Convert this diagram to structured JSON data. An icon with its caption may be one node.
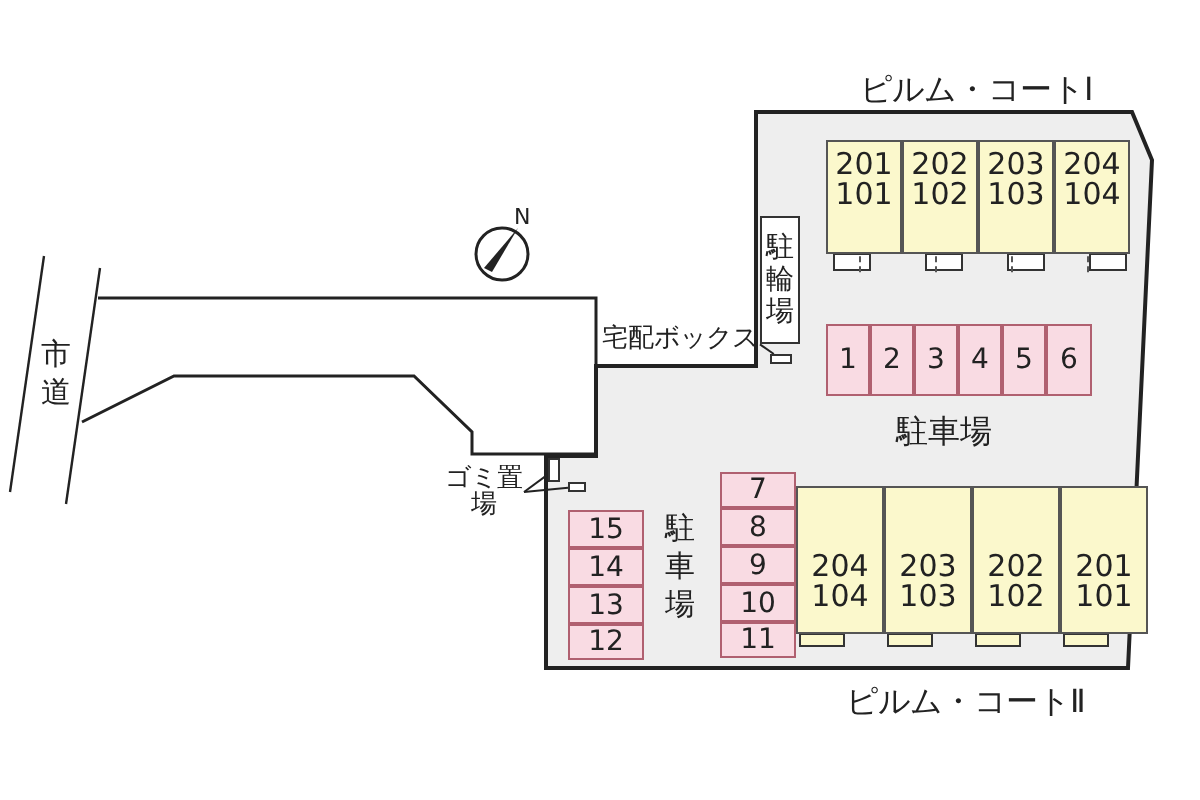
{
  "diagram": {
    "nodes": [
      {
        "text": [
          "201 101"
        ]
      },
      {
        "text": [
          "202 102"
        ]
      },
      {
        "text": [
          "203 103"
        ]
      },
      {
        "text": [
          "204 104"
        ]
      },
      {
        "text": [
          "駐輪場"
        ]
      },
      {
        "text": [
          "宅配ボックス"
        ]
      },
      {
        "text": [],
        "shape": "box"
      },
      {
        "text": [
          "1"
        ]
      },
      {
        "text": [
          "2"
        ]
      },
      {
        "text": [
          "3"
        ]
      },
      {
        "text": [
          "4"
        ]
      },
      {
        "text": [
          "5"
        ]
      },
      {
        "text": [
          "6"
        ]
      },
      {
        "text": [
          "ゴミ置場"
        ]
      },
      {
        "text": [],
        "shape": "box"
      },
      {
        "text": [],
        "shape": "box"
      },
      {
        "text": [
          "7"
        ]
      },
      {
        "text": [
          "8"
        ]
      },
      {
        "text": [
          "9"
        ]
      },
      {
        "text": [
          "10"
        ]
      },
      {
        "text": [
          "11"
        ]
      },
      {
        "text": [
          "15"
        ]
      },
      {
        "text": [
          "14"
        ]
      },
      {
        "text": [
          "13"
        ]
      },
      {
        "text": [
          "12"
        ]
      },
      {
        "text": [
          "204 104"
        ]
      },
      {
        "text": [
          "203 103"
        ]
      },
      {
        "text": [
          "202 102"
        ]
      },
      {
        "text": [
          "201 101"
        ]
      }
    ],
    "edges": [
      {
        "from": 5,
        "to": 6,
        "arrow": "none"
      },
      {
        "from": 13,
        "to": 14,
        "arrow": "none"
      },
      {
        "from": 13,
        "to": 15,
        "arrow": "none"
      }
    ],
    "labels": [
      "ピルム・コートⅠ",
      "N",
      "市道",
      "駐車場",
      "駐車場",
      "ピルム・コートⅡ"
    ]
  }
}
